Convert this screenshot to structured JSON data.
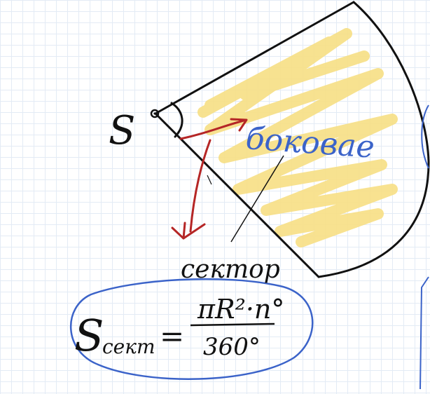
{
  "note": {
    "vertex_label": "S",
    "lateral_label": "боковае",
    "sector_label": "сектор",
    "formula": {
      "lhs": "S",
      "lhs_subscript": "сект",
      "equals": "=",
      "numerator": "πR²·n°",
      "denominator": "360°"
    }
  },
  "colors": {
    "ink": "#111111",
    "blue_ink": "#3b63c9",
    "red_ink": "#b52626",
    "highlight": "#f7df84"
  }
}
